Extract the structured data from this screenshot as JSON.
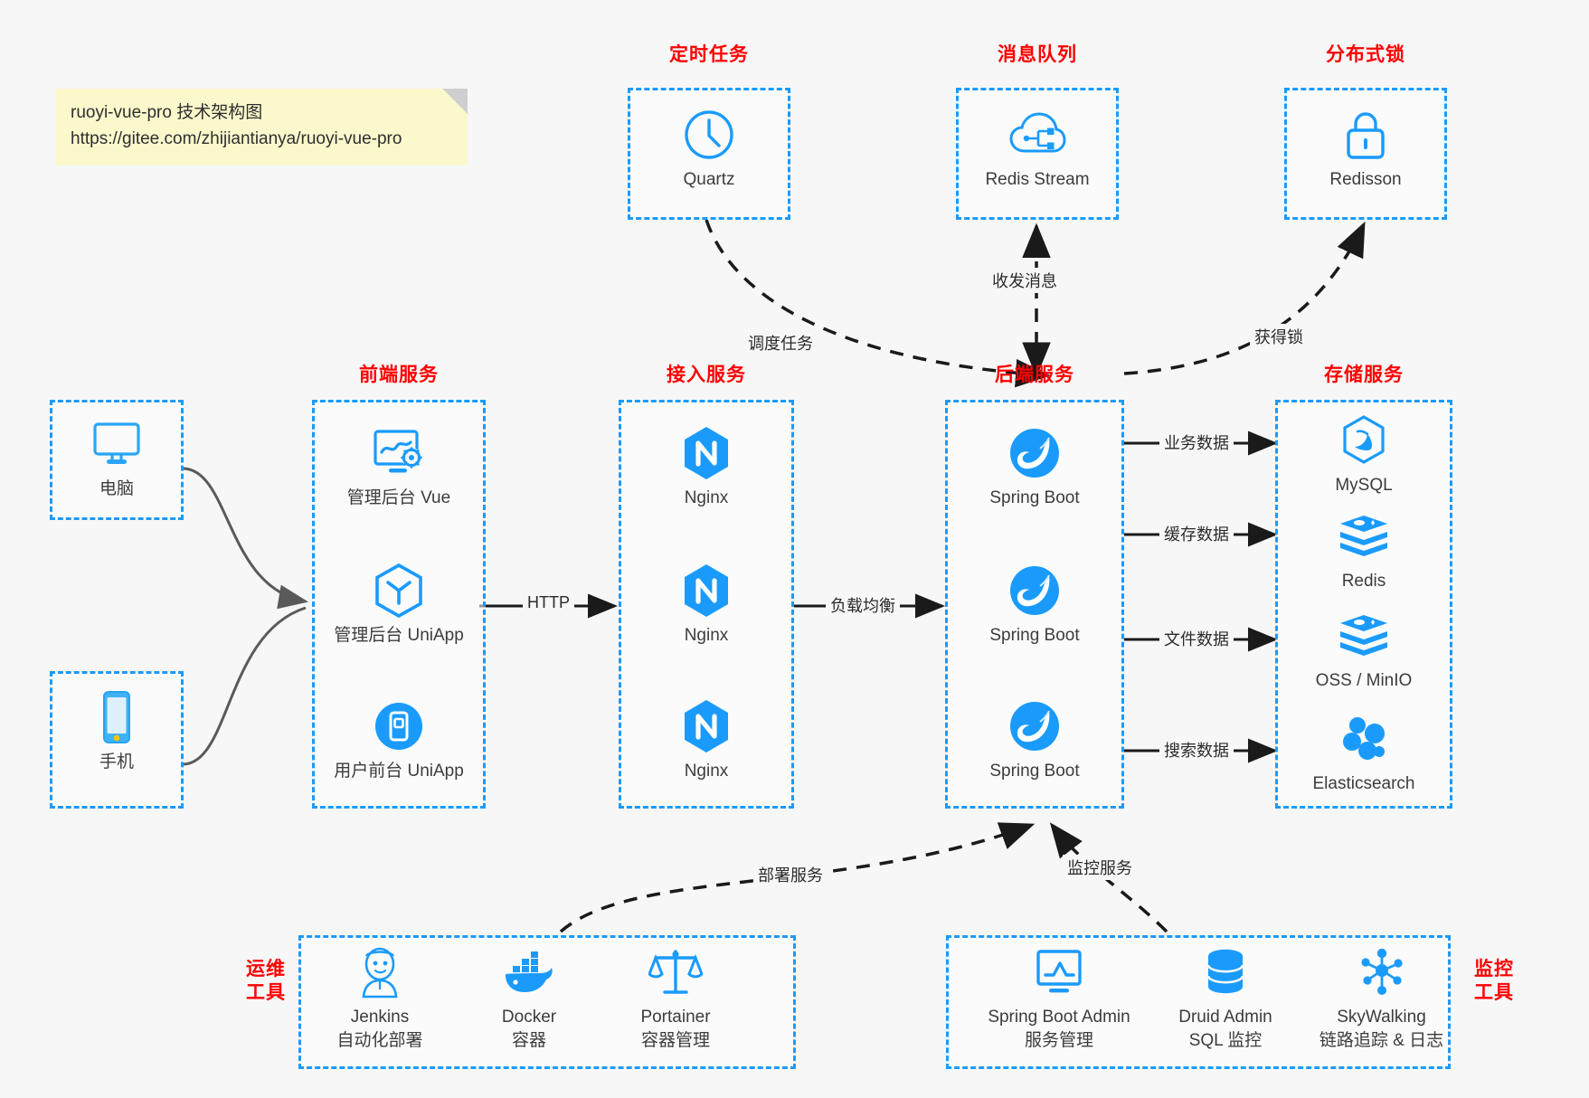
{
  "note": {
    "line1": "ruoyi-vue-pro 技术架构图",
    "line2": "https://gitee.com/zhijiantianya/ruoyi-vue-pro"
  },
  "colors": {
    "box_border": "#1a9bfc",
    "title_red": "#ff0000",
    "icon_blue": "#1a9bfc",
    "arrow_dark": "#1a1a1a",
    "arrow_gray": "#5a5a5a",
    "note_bg": "#fbf8cc",
    "page_bg": "#f7f7f7",
    "text": "#3c3c3c"
  },
  "groups": {
    "scheduled_task": {
      "title": "定时任务",
      "nodes": [
        {
          "label": "Quartz",
          "icon": "clock-icon"
        }
      ]
    },
    "message_queue": {
      "title": "消息队列",
      "nodes": [
        {
          "label": "Redis Stream",
          "icon": "cloud-stream-icon"
        }
      ]
    },
    "distributed_lock": {
      "title": "分布式锁",
      "nodes": [
        {
          "label": "Redisson",
          "icon": "lock-icon"
        }
      ]
    },
    "clients": {
      "nodes": [
        {
          "label": "电脑",
          "icon": "desktop-monitor-icon"
        },
        {
          "label": "手机",
          "icon": "mobile-phone-icon"
        }
      ]
    },
    "frontend": {
      "title": "前端服务",
      "nodes": [
        {
          "label": "管理后台 Vue",
          "icon": "dashboard-gear-icon"
        },
        {
          "label": "管理后台 UniApp",
          "icon": "hexagon-cube-icon"
        },
        {
          "label": "用户前台 UniApp",
          "icon": "mobile-app-icon"
        }
      ]
    },
    "gateway": {
      "title": "接入服务",
      "nodes": [
        {
          "label": "Nginx",
          "icon": "nginx-icon"
        },
        {
          "label": "Nginx",
          "icon": "nginx-icon"
        },
        {
          "label": "Nginx",
          "icon": "nginx-icon"
        }
      ]
    },
    "backend": {
      "title": "后端服务",
      "nodes": [
        {
          "label": "Spring Boot",
          "icon": "spring-boot-icon"
        },
        {
          "label": "Spring Boot",
          "icon": "spring-boot-icon"
        },
        {
          "label": "Spring Boot",
          "icon": "spring-boot-icon"
        }
      ]
    },
    "storage": {
      "title": "存储服务",
      "nodes": [
        {
          "label": "MySQL",
          "icon": "mysql-dolphin-icon"
        },
        {
          "label": "Redis",
          "icon": "redis-stack-icon"
        },
        {
          "label": "OSS / MinIO",
          "icon": "object-storage-icon"
        },
        {
          "label": "Elasticsearch",
          "icon": "elasticsearch-icon"
        }
      ]
    },
    "devops": {
      "title_line1": "运维",
      "title_line2": "工具",
      "nodes": [
        {
          "label": "Jenkins",
          "sub": "自动化部署",
          "icon": "jenkins-butler-icon"
        },
        {
          "label": "Docker",
          "sub": "容器",
          "icon": "docker-whale-icon"
        },
        {
          "label": "Portainer",
          "sub": "容器管理",
          "icon": "portainer-scales-icon"
        }
      ]
    },
    "monitoring": {
      "title_line1": "监控",
      "title_line2": "工具",
      "nodes": [
        {
          "label": "Spring Boot Admin",
          "sub": "服务管理",
          "icon": "monitor-chart-icon"
        },
        {
          "label": "Druid Admin",
          "sub": "SQL 监控",
          "icon": "database-stack-icon"
        },
        {
          "label": "SkyWalking",
          "sub": "链路追踪 & 日志",
          "icon": "skywalking-nodes-icon"
        }
      ]
    }
  },
  "edges": [
    {
      "label": "调度任务",
      "from": "scheduled_task",
      "to": "backend",
      "style": "dashed"
    },
    {
      "label": "收发消息",
      "from": "backend",
      "to": "message_queue",
      "style": "dashed"
    },
    {
      "label": "获得锁",
      "from": "backend",
      "to": "distributed_lock",
      "style": "dashed"
    },
    {
      "label": "HTTP",
      "from": "frontend",
      "to": "gateway",
      "style": "solid"
    },
    {
      "label": "负载均衡",
      "from": "gateway",
      "to": "backend",
      "style": "solid"
    },
    {
      "label": "业务数据",
      "from": "backend",
      "to": "storage",
      "style": "solid"
    },
    {
      "label": "缓存数据",
      "from": "backend",
      "to": "storage",
      "style": "solid"
    },
    {
      "label": "文件数据",
      "from": "backend",
      "to": "storage",
      "style": "solid"
    },
    {
      "label": "搜索数据",
      "from": "backend",
      "to": "storage",
      "style": "solid"
    },
    {
      "label": "部署服务",
      "from": "devops",
      "to": "backend",
      "style": "dashed"
    },
    {
      "label": "监控服务",
      "from": "monitoring",
      "to": "backend",
      "style": "dashed"
    }
  ]
}
